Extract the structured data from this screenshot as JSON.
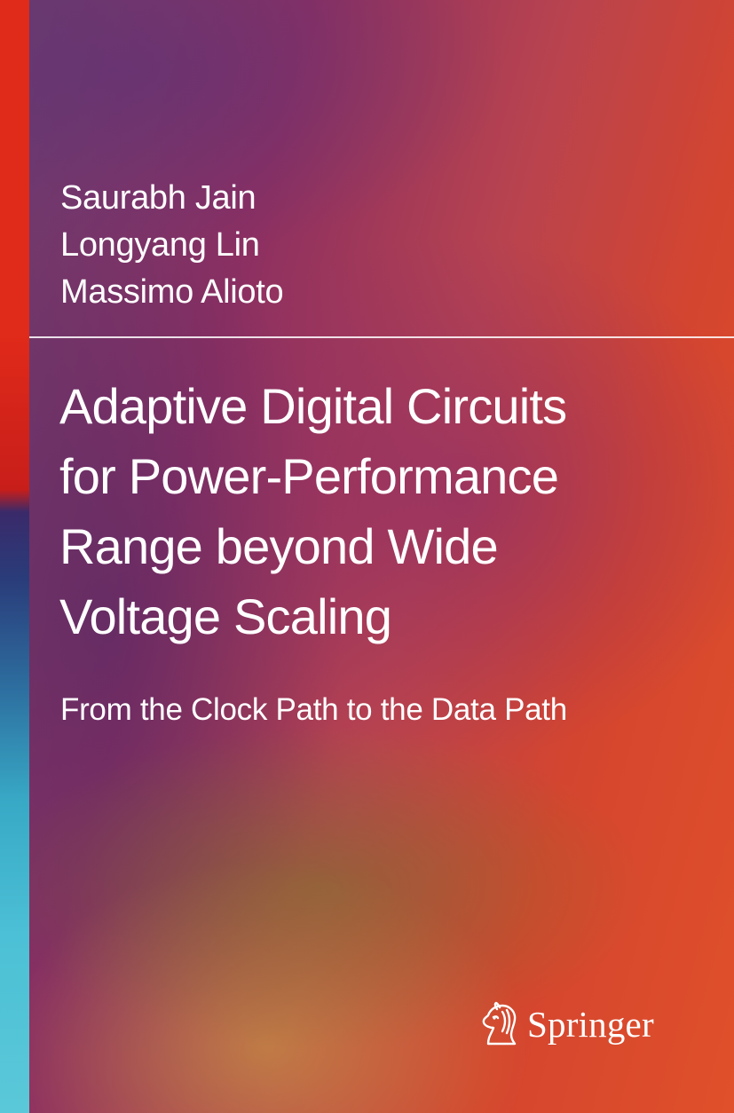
{
  "cover": {
    "authors": [
      "Saurabh Jain",
      "Longyang Lin",
      "Massimo Alioto"
    ],
    "title_lines": [
      "Adaptive Digital Circuits",
      "for Power-Performance",
      "Range beyond Wide",
      "Voltage Scaling"
    ],
    "subtitle": "From the Clock Path to the Data Path",
    "publisher": {
      "name": "Springer",
      "logo_icon": "springer-horse-icon"
    }
  },
  "colors": {
    "text": "#ffffff",
    "spine_top": "#e02a1a",
    "spine_bottom": "#5ac8d8",
    "background_left": "#6b3d6f",
    "background_right": "#e0502a"
  }
}
